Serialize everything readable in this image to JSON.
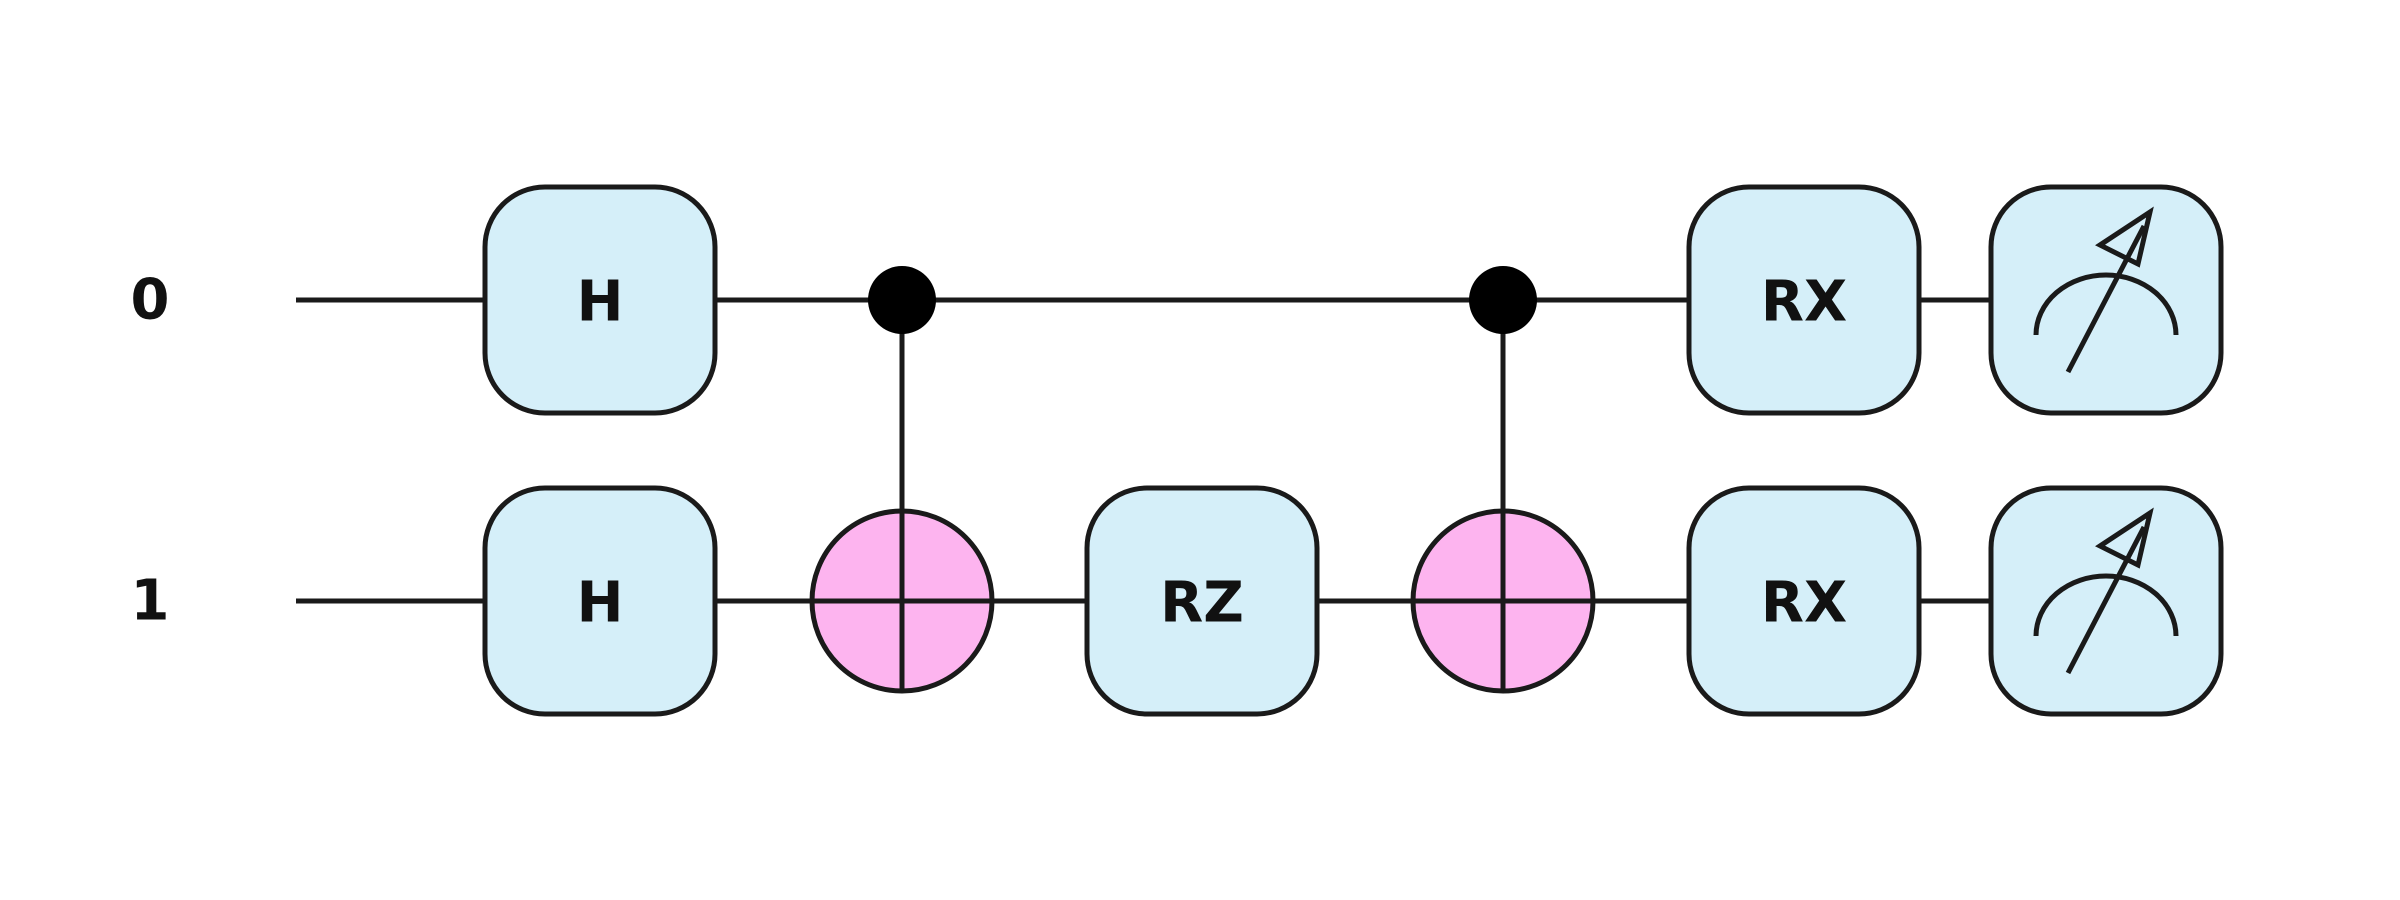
{
  "diagram": {
    "colors": {
      "wire": "#1a1a1a",
      "gate_fill": "#d5eff9",
      "target_fill": "#fdb4ef",
      "control": "#000000",
      "background": "#ffffff"
    },
    "qubits": [
      {
        "label": "0"
      },
      {
        "label": "1"
      }
    ],
    "gates": [
      {
        "type": "box",
        "label": "H",
        "qubit": 0,
        "column": 0
      },
      {
        "type": "box",
        "label": "H",
        "qubit": 1,
        "column": 0
      },
      {
        "type": "cnot",
        "control": 0,
        "target": 1,
        "column": 1
      },
      {
        "type": "box",
        "label": "RZ",
        "qubit": 1,
        "column": 2
      },
      {
        "type": "cnot",
        "control": 0,
        "target": 1,
        "column": 3
      },
      {
        "type": "box",
        "label": "RX",
        "qubit": 0,
        "column": 4
      },
      {
        "type": "box",
        "label": "RX",
        "qubit": 1,
        "column": 4
      },
      {
        "type": "measure",
        "qubit": 0,
        "column": 5,
        "icon": "measurement-meter-icon"
      },
      {
        "type": "measure",
        "qubit": 1,
        "column": 5,
        "icon": "measurement-meter-icon"
      }
    ]
  }
}
